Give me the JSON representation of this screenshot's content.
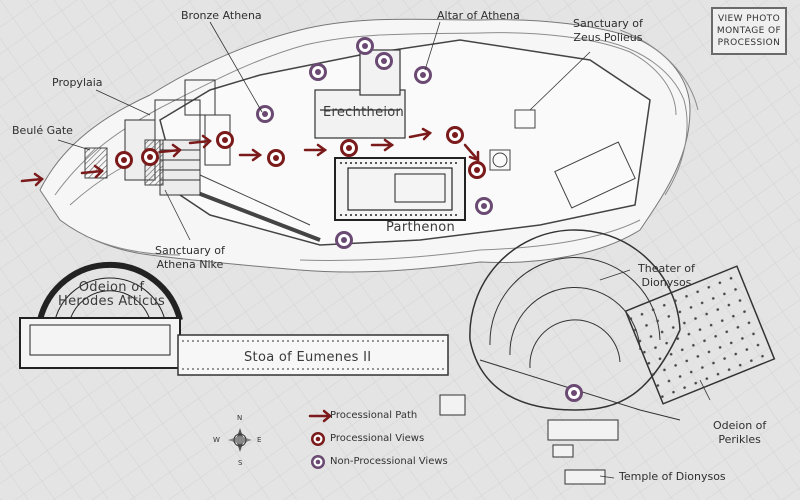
{
  "button": {
    "line1": "VIEW PHOTO",
    "line2": "MONTAGE OF",
    "line3": "PROCESSION"
  },
  "labels": {
    "bronze_athena": "Bronze Athena",
    "altar_of_athena": "Altar of Athena",
    "sanctuary_zeus_1": "Sanctuary of",
    "sanctuary_zeus_2": "Zeus Polieus",
    "propylaia": "Propylaia",
    "beule_gate": "Beulé Gate",
    "erechtheion": "Erechtheion",
    "parthenon": "Parthenon",
    "sanctuary_nike_1": "Sanctuary of",
    "sanctuary_nike_2": "Athena Nike",
    "odeion_herodes_1": "Odeion of",
    "odeion_herodes_2": "Herodes Atticus",
    "stoa": "Stoa of Eumenes II",
    "theater_1": "Theater of",
    "theater_2": "Dionysos",
    "odeion_perikles_1": "Odeion of",
    "odeion_perikles_2": "Perikles",
    "temple_dionysos": "Temple of Dionysos"
  },
  "legend": {
    "path": "Processional Path",
    "proc_views": "Processional Views",
    "nonproc_views": "Non-Processional Views"
  },
  "compass": {
    "n": "N",
    "s": "S",
    "e": "E",
    "w": "W"
  },
  "colors": {
    "processional": "#7a1a1a",
    "non_processional": "#6a4a72",
    "background": "#e4e4e4"
  },
  "icons": {
    "arrow": "processional-path-arrow",
    "proc_marker": "processional-view-marker",
    "nonproc_marker": "non-processional-view-marker",
    "compass": "compass-rose-icon"
  }
}
